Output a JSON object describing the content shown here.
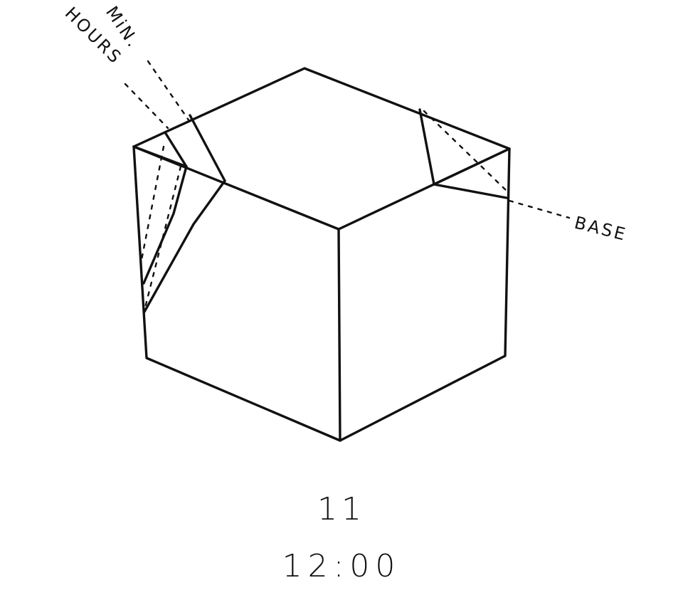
{
  "labels": {
    "minutes": "MiN.",
    "hours": "HOURS",
    "base": "BASE"
  },
  "caption": {
    "number": "11",
    "time": "12:00"
  }
}
